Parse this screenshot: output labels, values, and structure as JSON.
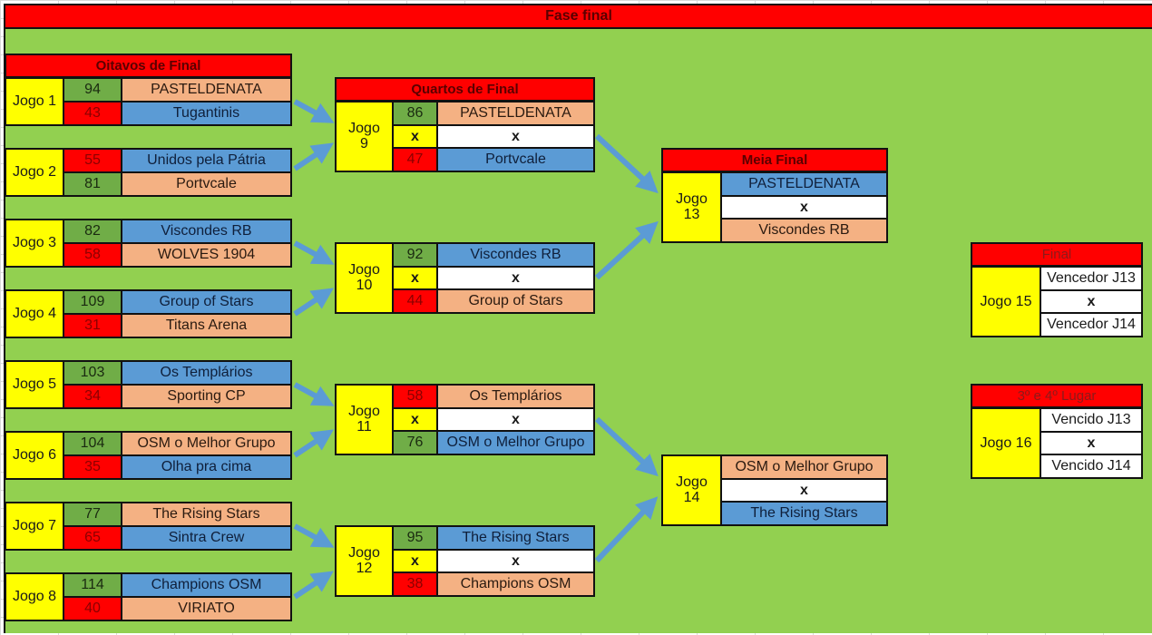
{
  "title": "Fase final",
  "rounds": {
    "r16": "Oitavos de Final",
    "qf": "Quartos de Final",
    "sf": "Meia Final",
    "final": "Final",
    "third": "3º e 4º Lugar"
  },
  "separator": "x",
  "r16": [
    {
      "label": "Jogo 1",
      "teams": [
        {
          "score": "94",
          "name": "PASTELDENATA",
          "result": "win",
          "color": "salmon"
        },
        {
          "score": "43",
          "name": "Tugantinis",
          "result": "lose",
          "color": "blue"
        }
      ]
    },
    {
      "label": "Jogo 2",
      "teams": [
        {
          "score": "55",
          "name": "Unidos pela Pátria",
          "result": "lose",
          "color": "blue"
        },
        {
          "score": "81",
          "name": "Portvcale",
          "result": "win",
          "color": "salmon"
        }
      ]
    },
    {
      "label": "Jogo 3",
      "teams": [
        {
          "score": "82",
          "name": "Viscondes RB",
          "result": "win",
          "color": "blue"
        },
        {
          "score": "58",
          "name": "WOLVES 1904",
          "result": "lose",
          "color": "salmon"
        }
      ]
    },
    {
      "label": "Jogo 4",
      "teams": [
        {
          "score": "109",
          "name": "Group of Stars",
          "result": "win",
          "color": "blue"
        },
        {
          "score": "31",
          "name": "Titans Arena",
          "result": "lose",
          "color": "salmon"
        }
      ]
    },
    {
      "label": "Jogo 5",
      "teams": [
        {
          "score": "103",
          "name": "Os Templários",
          "result": "win",
          "color": "blue"
        },
        {
          "score": "34",
          "name": "Sporting CP",
          "result": "lose",
          "color": "salmon"
        }
      ]
    },
    {
      "label": "Jogo 6",
      "teams": [
        {
          "score": "104",
          "name": "OSM o Melhor Grupo",
          "result": "win",
          "color": "salmon"
        },
        {
          "score": "35",
          "name": "Olha pra cima",
          "result": "lose",
          "color": "blue"
        }
      ]
    },
    {
      "label": "Jogo 7",
      "teams": [
        {
          "score": "77",
          "name": "The Rising Stars",
          "result": "win",
          "color": "salmon"
        },
        {
          "score": "65",
          "name": "Sintra Crew",
          "result": "lose",
          "color": "blue"
        }
      ]
    },
    {
      "label": "Jogo 8",
      "teams": [
        {
          "score": "114",
          "name": "Champions OSM",
          "result": "win",
          "color": "blue"
        },
        {
          "score": "40",
          "name": "VIRIATO",
          "result": "lose",
          "color": "salmon"
        }
      ]
    }
  ],
  "qf": [
    {
      "label": "Jogo 9",
      "teams": [
        {
          "score": "86",
          "name": "PASTELDENATA",
          "result": "win",
          "color": "salmon"
        },
        {
          "score": "47",
          "name": "Portvcale",
          "result": "lose",
          "color": "blue"
        }
      ]
    },
    {
      "label": "Jogo 10",
      "teams": [
        {
          "score": "92",
          "name": "Viscondes RB",
          "result": "win",
          "color": "blue"
        },
        {
          "score": "44",
          "name": "Group of Stars",
          "result": "lose",
          "color": "salmon"
        }
      ]
    },
    {
      "label": "Jogo 11",
      "teams": [
        {
          "score": "58",
          "name": "Os Templários",
          "result": "lose",
          "color": "salmon"
        },
        {
          "score": "76",
          "name": "OSM o Melhor Grupo",
          "result": "win",
          "color": "blue"
        }
      ]
    },
    {
      "label": "Jogo 12",
      "teams": [
        {
          "score": "95",
          "name": "The Rising Stars",
          "result": "win",
          "color": "blue"
        },
        {
          "score": "38",
          "name": "Champions OSM",
          "result": "lose",
          "color": "salmon"
        }
      ]
    }
  ],
  "sf": [
    {
      "label": "Jogo 13",
      "teams": [
        {
          "name": "PASTELDENATA",
          "color": "blue"
        },
        {
          "name": "Viscondes RB",
          "color": "salmon"
        }
      ]
    },
    {
      "label": "Jogo 14",
      "teams": [
        {
          "name": "OSM o Melhor Grupo",
          "color": "salmon"
        },
        {
          "name": "The Rising Stars",
          "color": "blue"
        }
      ]
    }
  ],
  "final": {
    "label": "Jogo 15",
    "teams": [
      {
        "name": "Vencedor J13"
      },
      {
        "name": "Vencedor J14"
      }
    ]
  },
  "third": {
    "label": "Jogo 16",
    "teams": [
      {
        "name": "Vencido J13"
      },
      {
        "name": "Vencido J14"
      }
    ]
  },
  "colors": {
    "red": "#ff0000",
    "green_bg": "#92d050",
    "yellow": "#ffff00",
    "win": "#70ad47",
    "blue": "#5b9bd5",
    "salmon": "#f4b183",
    "arrow": "#5b9bd5"
  }
}
